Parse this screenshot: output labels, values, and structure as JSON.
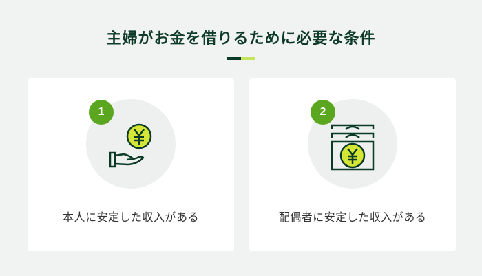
{
  "header": {
    "title": "主婦がお金を借りるために必要な条件"
  },
  "colors": {
    "title": "#0e3b2a",
    "accent_dark": "#0b3a27",
    "accent_light": "#c4e45a",
    "badge": "#5aa61e",
    "coin": "#d6e636",
    "background": "#f1f3f2"
  },
  "cards": [
    {
      "number": "1",
      "icon": "hand-with-yen-coin-icon",
      "label": "本人に安定した収入がある"
    },
    {
      "number": "2",
      "icon": "yen-bills-icon",
      "label": "配偶者に安定した収入がある"
    }
  ]
}
